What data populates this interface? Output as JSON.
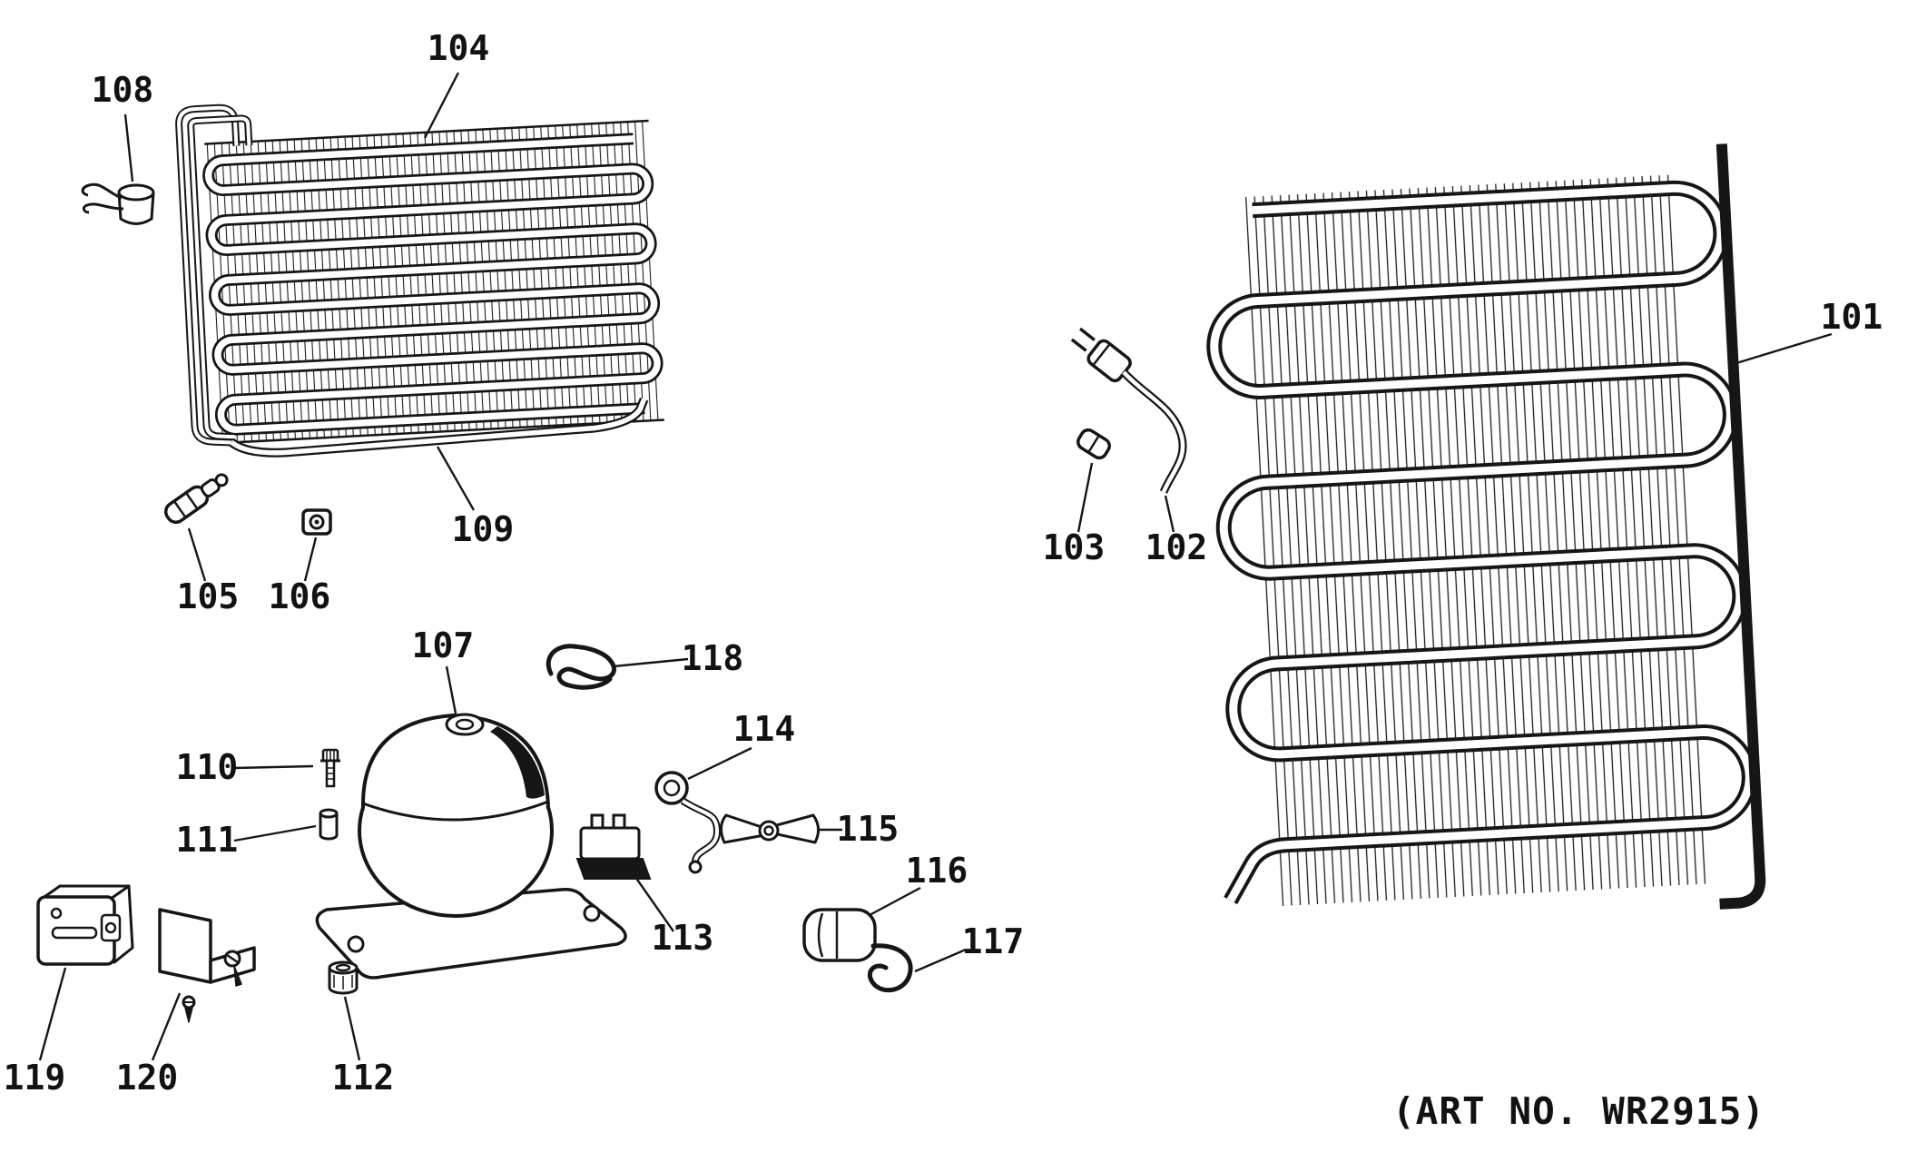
{
  "diagram_labels": {
    "101": "101",
    "102": "102",
    "103": "103",
    "104": "104",
    "105": "105",
    "106": "106",
    "107": "107",
    "108": "108",
    "109": "109",
    "110": "110",
    "111": "111",
    "112": "112",
    "113": "113",
    "114": "114",
    "115": "115",
    "116": "116",
    "117": "117",
    "118": "118",
    "119": "119",
    "120": "120"
  },
  "footer": {
    "art_no": "(ART NO. WR2915)"
  }
}
